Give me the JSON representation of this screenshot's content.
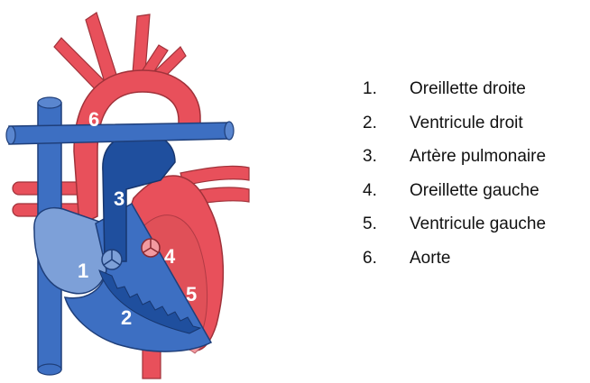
{
  "diagram": {
    "markers": [
      "1",
      "2",
      "3",
      "4",
      "5",
      "6"
    ]
  },
  "legend": {
    "items": [
      {
        "number": "1.",
        "label": "Oreillette droite"
      },
      {
        "number": "2.",
        "label": "Ventricule droit"
      },
      {
        "number": "3.",
        "label": "Artère pulmonaire"
      },
      {
        "number": "4.",
        "label": "Oreillette gauche"
      },
      {
        "number": "5.",
        "label": "Ventricule gauche"
      },
      {
        "number": "6.",
        "label": "Aorte"
      }
    ]
  },
  "colors": {
    "oxygenated": "#e8505b",
    "oxygenated_light": "#f29aa0",
    "deoxygenated": "#3d6fc2",
    "deoxygenated_dark": "#1f4f9e",
    "deoxygenated_light": "#7da0d8",
    "outline": "#333333"
  }
}
